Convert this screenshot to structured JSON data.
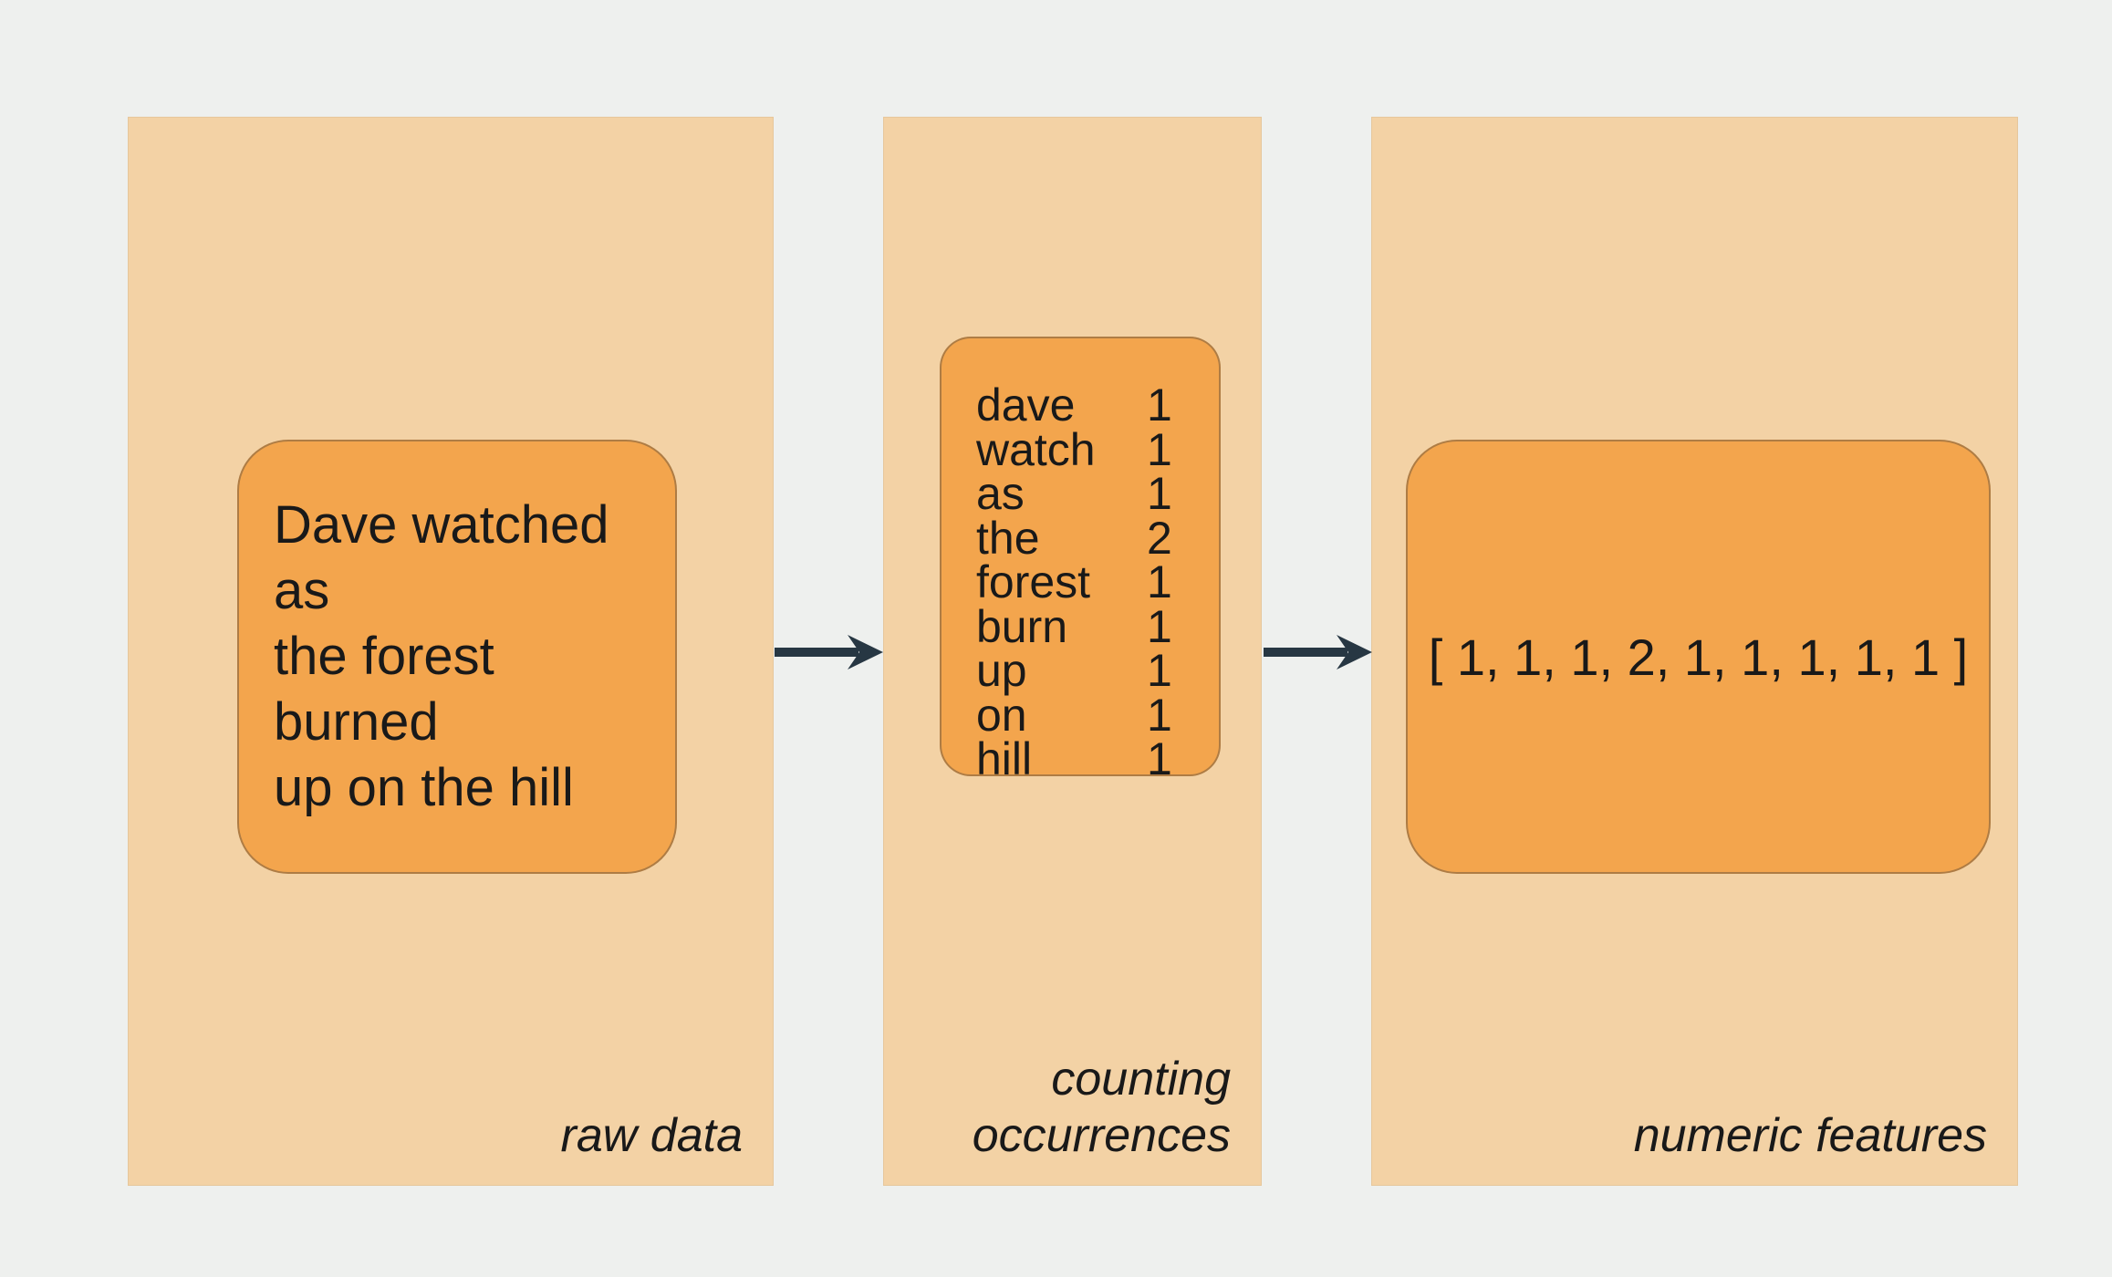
{
  "colors": {
    "background": "#eef0ee",
    "panel": "#f3d2a5",
    "inner_box": "#f3a54d",
    "arrow": "#273743",
    "text": "#191919"
  },
  "panels": {
    "raw": {
      "caption": "raw data",
      "sentence_lines": [
        "Dave watched as",
        "the forest burned",
        "up on the hill"
      ]
    },
    "counting": {
      "caption_lines": [
        "counting",
        "occurrences"
      ],
      "counts": [
        {
          "word": "dave",
          "count": "1"
        },
        {
          "word": "watch",
          "count": "1"
        },
        {
          "word": "as",
          "count": "1"
        },
        {
          "word": "the",
          "count": "2"
        },
        {
          "word": "forest",
          "count": "1"
        },
        {
          "word": "burn",
          "count": "1"
        },
        {
          "word": "up",
          "count": "1"
        },
        {
          "word": "on",
          "count": "1"
        },
        {
          "word": "hill",
          "count": "1"
        }
      ]
    },
    "features": {
      "caption": "numeric features",
      "vector_display": "[ 1, 1, 1, 2, 1, 1, 1, 1, 1 ]",
      "vector_values": [
        1,
        1,
        1,
        2,
        1,
        1,
        1,
        1,
        1
      ]
    }
  },
  "arrows": [
    {
      "name": "raw-to-counting"
    },
    {
      "name": "counting-to-features"
    }
  ]
}
